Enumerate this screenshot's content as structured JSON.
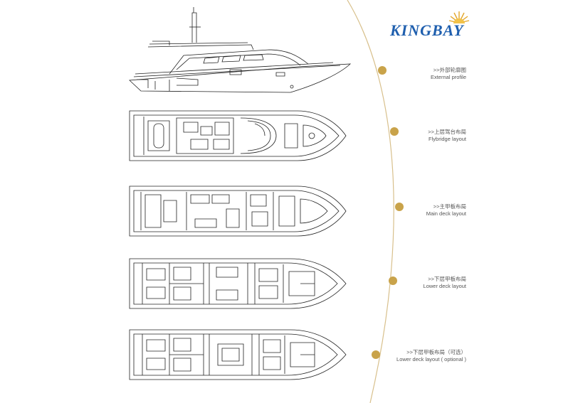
{
  "brand": {
    "logo_text": "KINGBAY",
    "logo_color": "#1f5fae",
    "sun_color": "#e3a62a"
  },
  "accent_color": "#c9a34a",
  "views": [
    {
      "cn": ">>外部轮廓图",
      "en": "External profile"
    },
    {
      "cn": ">>上层驾台布局",
      "en": "Flybridge layout"
    },
    {
      "cn": ">>主甲板布局",
      "en": "Main deck layout"
    },
    {
      "cn": ">>下层甲板布局",
      "en": "Lower deck layout"
    },
    {
      "cn": ">>下层甲板布局（可选）",
      "en": "Lower deck layout ( optional )"
    }
  ]
}
